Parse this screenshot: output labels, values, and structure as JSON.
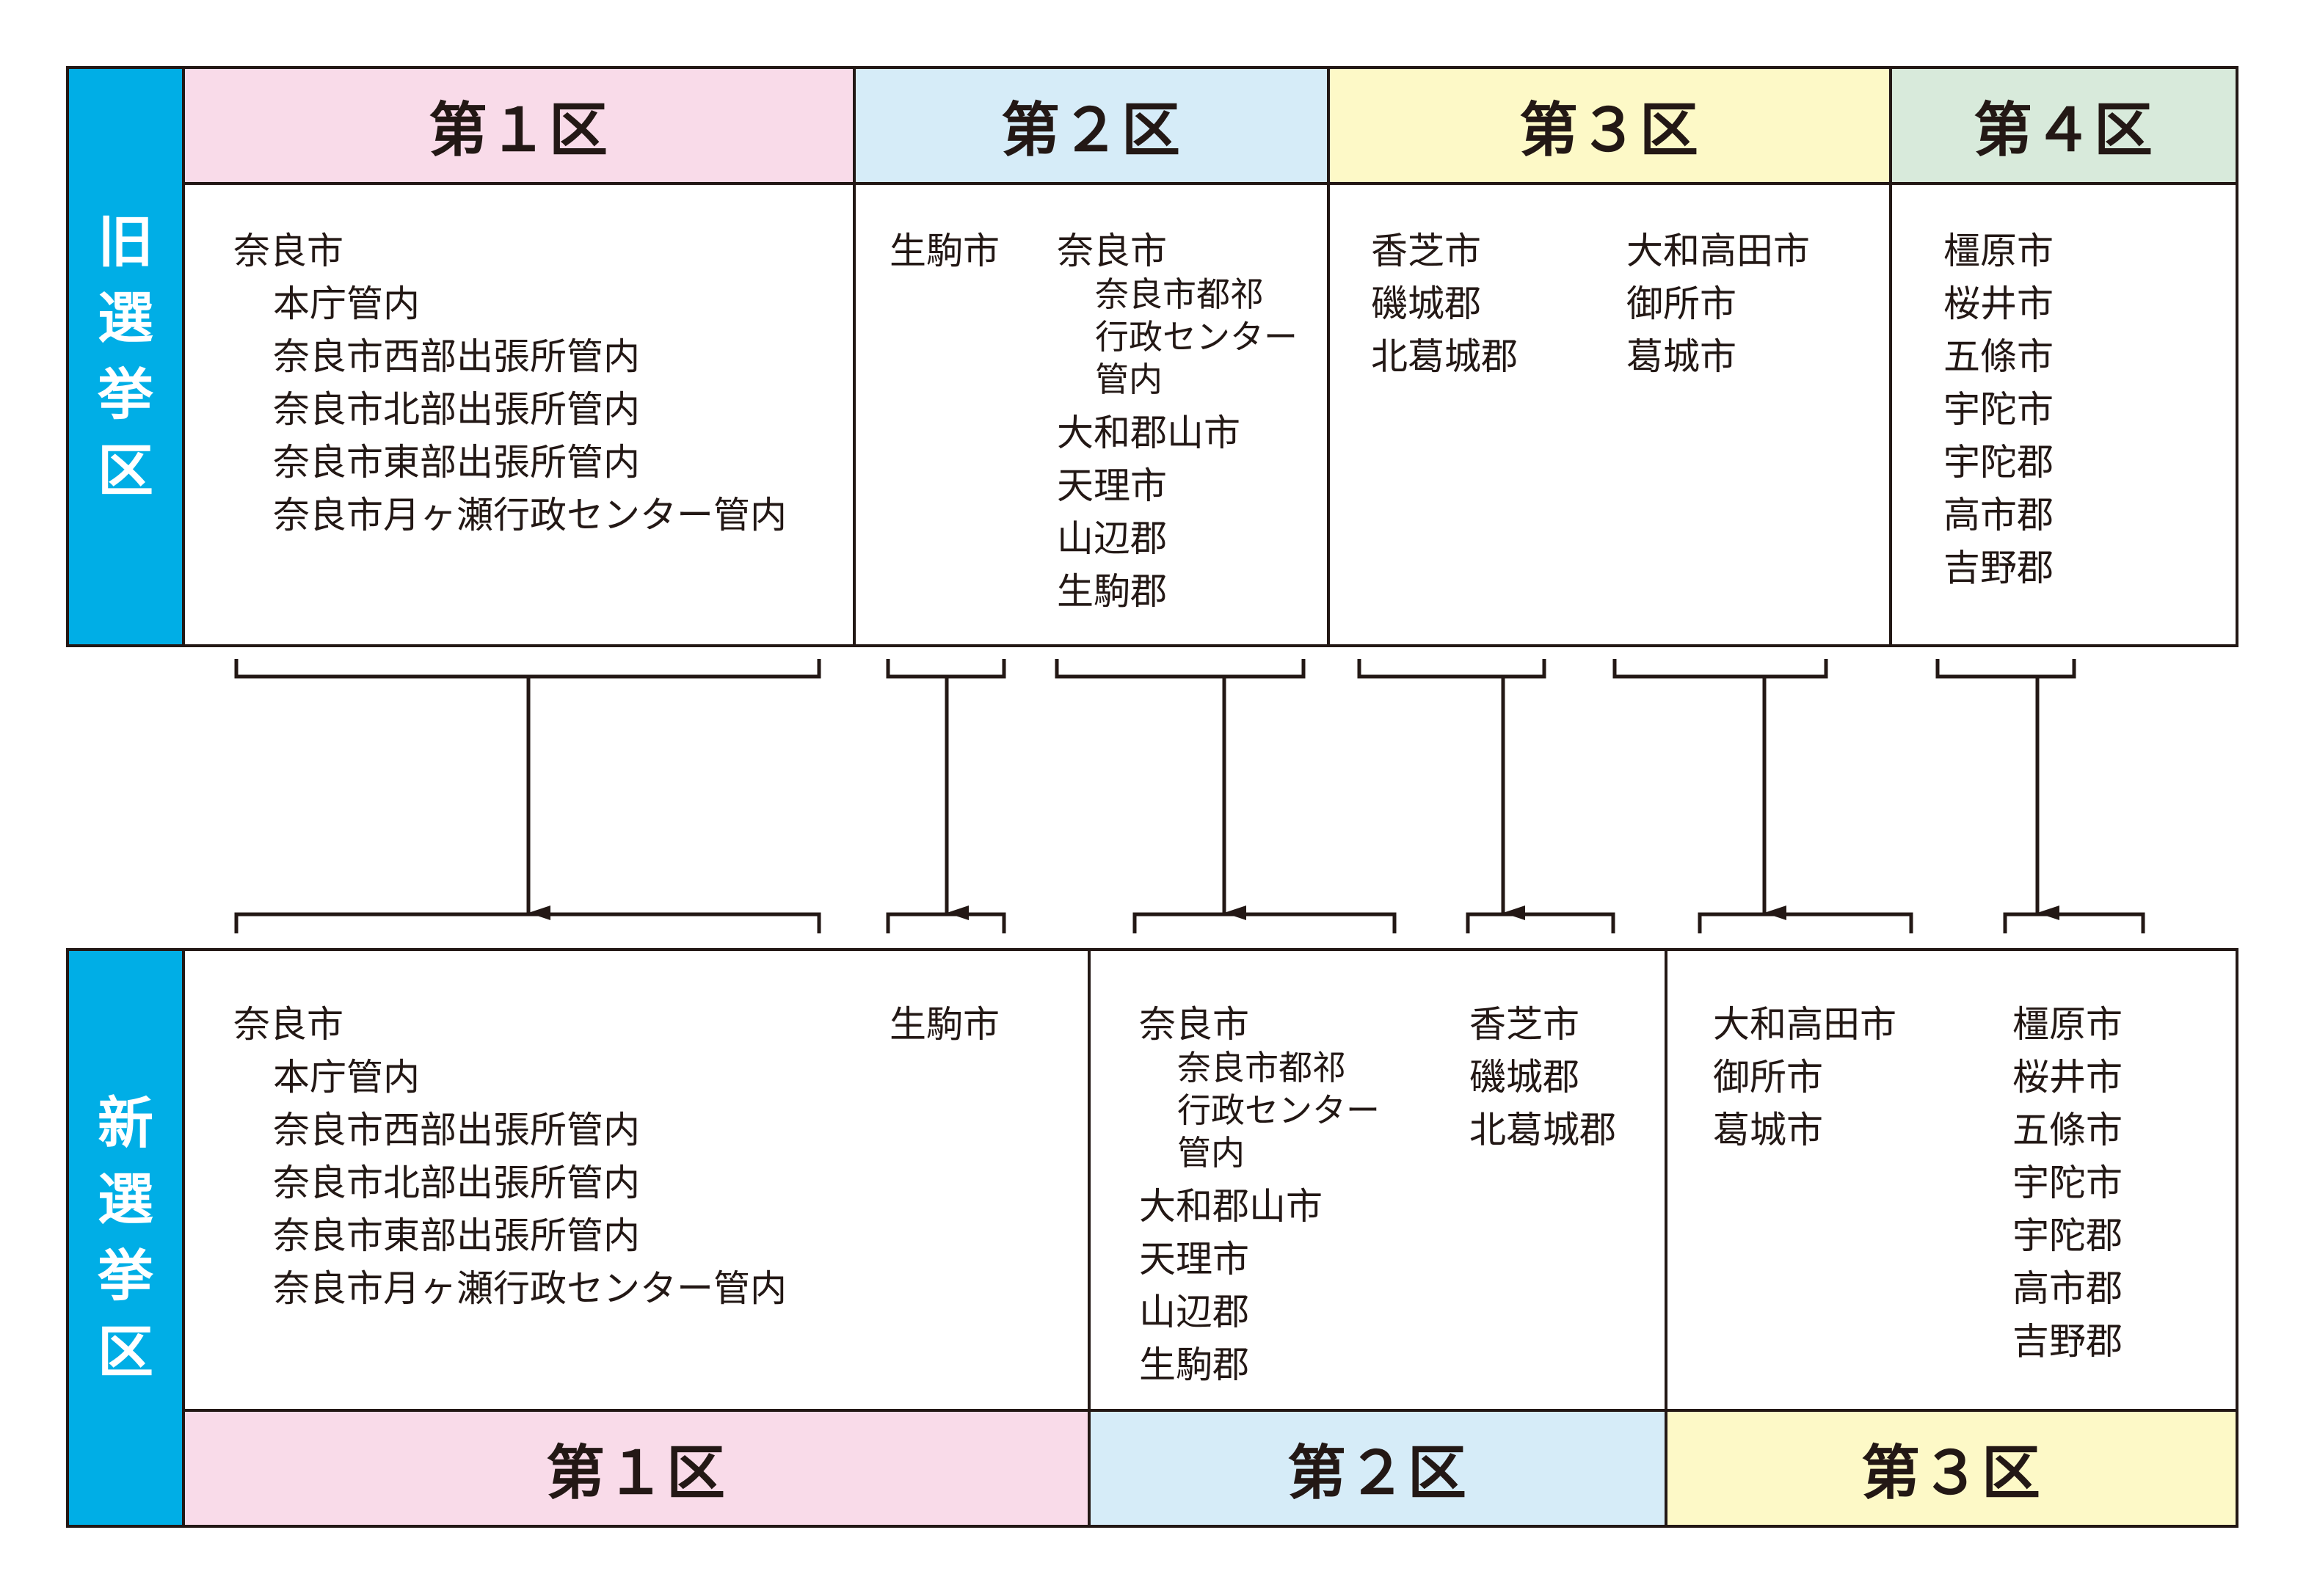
{
  "colors": {
    "side": "#00aee6",
    "district1": "#f9dbe9",
    "district2": "#d6ecf8",
    "district3": "#fdf9c7",
    "district4": "#d8eadb",
    "line": "#231815"
  },
  "old": {
    "side_label": [
      "旧",
      "選",
      "挙",
      "区"
    ],
    "headers": [
      "第１区",
      "第２区",
      "第３区",
      "第４区"
    ],
    "d1": {
      "main": "奈良市",
      "sub": [
        "本庁管内",
        "奈良市西部出張所管内",
        "奈良市北部出張所管内",
        "奈良市東部出張所管内",
        "奈良市月ヶ瀬行政センター管内"
      ]
    },
    "d2": {
      "left": "生駒市",
      "right_main": "奈良市",
      "right_sub": [
        "奈良市都祁",
        "行政センター",
        "管内"
      ],
      "right_rest": [
        "大和郡山市",
        "天理市",
        "山辺郡",
        "生駒郡"
      ]
    },
    "d3": {
      "left": [
        "香芝市",
        "磯城郡",
        "北葛城郡"
      ],
      "right": [
        "大和高田市",
        "御所市",
        "葛城市"
      ]
    },
    "d4": [
      "橿原市",
      "桜井市",
      "五條市",
      "宇陀市",
      "宇陀郡",
      "高市郡",
      "吉野郡"
    ]
  },
  "new": {
    "side_label": [
      "新",
      "選",
      "挙",
      "区"
    ],
    "headers": [
      "第１区",
      "第２区",
      "第３区"
    ],
    "d1": {
      "main": "奈良市",
      "sub": [
        "本庁管内",
        "奈良市西部出張所管内",
        "奈良市北部出張所管内",
        "奈良市東部出張所管内",
        "奈良市月ヶ瀬行政センター管内"
      ],
      "right": "生駒市"
    },
    "d2": {
      "left_main": "奈良市",
      "left_sub": [
        "奈良市都祁",
        "行政センター",
        "管内"
      ],
      "left_rest": [
        "大和郡山市",
        "天理市",
        "山辺郡",
        "生駒郡"
      ],
      "right": [
        "香芝市",
        "磯城郡",
        "北葛城郡"
      ]
    },
    "d3": {
      "left": [
        "大和高田市",
        "御所市",
        "葛城市"
      ],
      "right": [
        "橿原市",
        "桜井市",
        "五條市",
        "宇陀市",
        "宇陀郡",
        "高市郡",
        "吉野郡"
      ]
    }
  }
}
